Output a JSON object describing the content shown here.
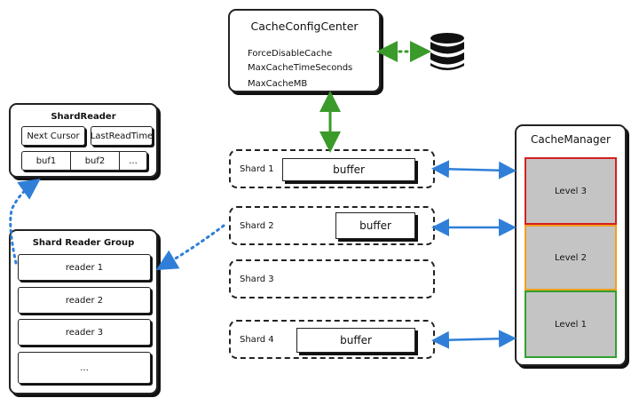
{
  "config_center": {
    "title": "CacheConfigCenter",
    "items": [
      "ForceDisableCache",
      "MaxCacheTimeSeconds",
      "MaxCacheMB"
    ]
  },
  "shard_reader": {
    "title": "ShardReader",
    "next_cursor": "Next Cursor",
    "last_read_time": "LastReadTime",
    "bufs": [
      "buf1",
      "buf2",
      "..."
    ]
  },
  "reader_group": {
    "title": "Shard Reader Group",
    "readers": [
      "reader 1",
      "reader 2",
      "reader 3",
      "..."
    ]
  },
  "shards": [
    {
      "label": "Shard 1",
      "buffer": "buffer"
    },
    {
      "label": "Shard 2",
      "buffer": "buffer"
    },
    {
      "label": "Shard 3",
      "buffer": ""
    },
    {
      "label": "Shard 4",
      "buffer": "buffer"
    }
  ],
  "cache_manager": {
    "title": "CacheManager",
    "levels": [
      "Level 3",
      "Level 2",
      "Level 1"
    ]
  },
  "colors": {
    "green_arrow": "#3a9a2a",
    "blue_arrow": "#2f7fd8",
    "level3_border": "#d42020",
    "level2_border": "#f0a020",
    "level1_border": "#30a030",
    "level_fill": "#c4c4c4"
  }
}
